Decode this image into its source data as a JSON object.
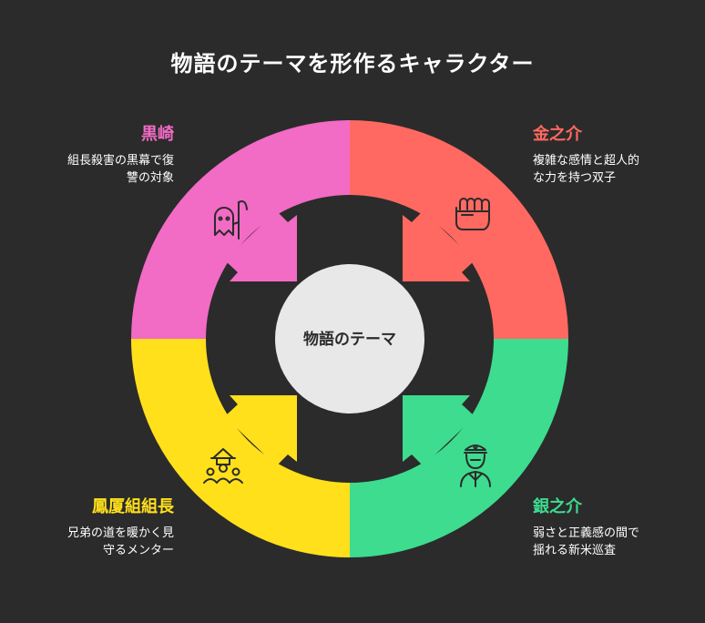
{
  "title": "物語のテーマを形作るキャラクター",
  "center": {
    "label": "物語のテーマ"
  },
  "characters": [
    {
      "name": "黒崎",
      "description": "組長殺害の黒幕で復\n讐の対象",
      "color": "#f26bc4",
      "icon": "ghost-scythe-icon"
    },
    {
      "name": "金之介",
      "description": "複雑な感情と超人的\nな力を持つ双子",
      "color": "#ff6961",
      "icon": "fist-icon"
    },
    {
      "name": "鳳厦組組長",
      "description": "兄弟の道を暖かく見\n守るメンター",
      "color": "#ffe01b",
      "icon": "leader-group-icon"
    },
    {
      "name": "銀之介",
      "description": "弱さと正義感の間で\n揺れる新米巡査",
      "color": "#3ddc8f",
      "icon": "police-officer-icon"
    }
  ]
}
